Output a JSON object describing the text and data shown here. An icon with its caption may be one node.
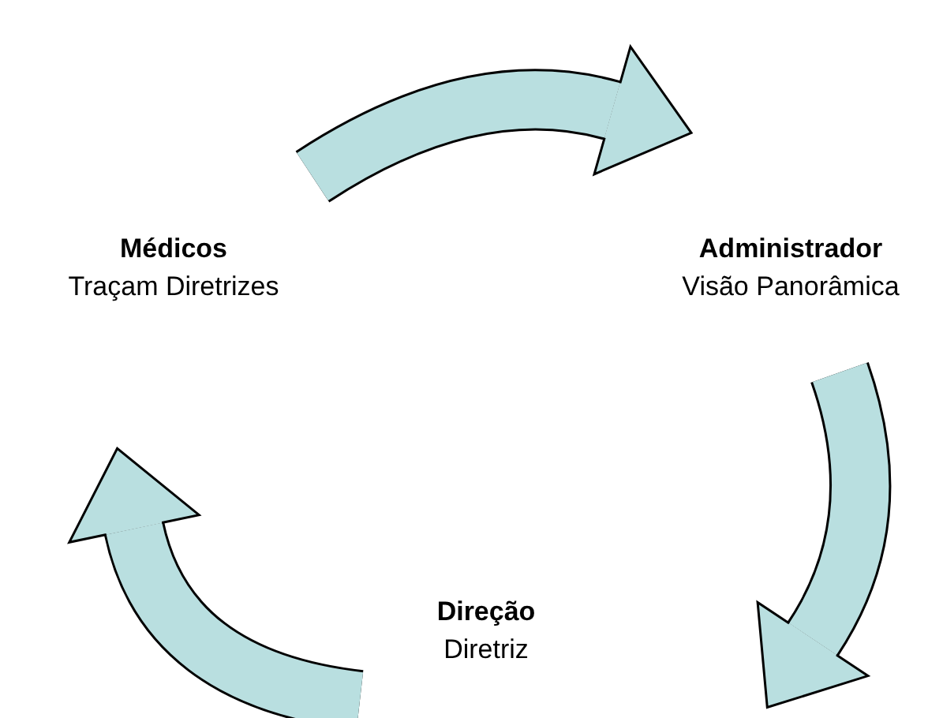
{
  "diagram": {
    "nodes": [
      {
        "text": [
          "Médicos",
          "Traçam Diretrizes"
        ]
      },
      {
        "text": [
          "Administrador",
          "Visão Panorâmica"
        ]
      },
      {
        "text": [
          "Direção",
          "Diretriz"
        ]
      }
    ],
    "edges": [
      {
        "from": 0,
        "to": 1,
        "arrow": "to"
      },
      {
        "from": 1,
        "to": 2,
        "arrow": "to"
      },
      {
        "from": 2,
        "to": 0,
        "arrow": "to"
      }
    ]
  }
}
